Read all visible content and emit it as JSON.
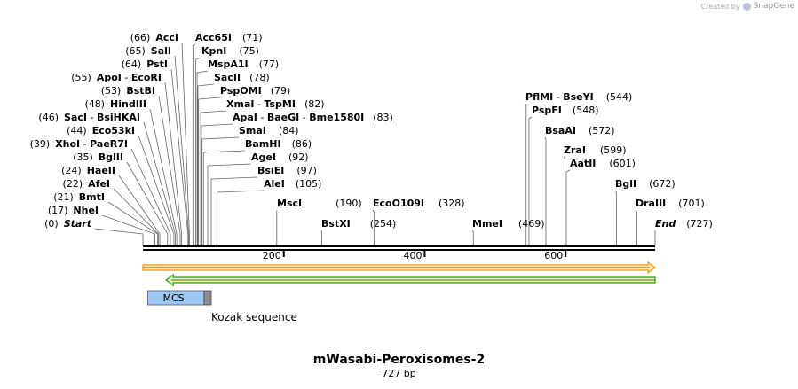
{
  "credit": {
    "prefix": "Created by",
    "brand": "SnapGene"
  },
  "map": {
    "title": "mWasabi-Peroxisomes-2",
    "length_label": "727 bp",
    "length_bp": 727,
    "ruler_ticks": [
      {
        "bp": 200,
        "label": "200"
      },
      {
        "bp": 400,
        "label": "400"
      },
      {
        "bp": 600,
        "label": "600"
      }
    ],
    "sites": [
      {
        "id": "start",
        "left": [
          {
            "t": "(0)"
          },
          {
            "t": "Start",
            "b": true,
            "i": true
          }
        ],
        "pos": 0
      },
      {
        "id": "nhei",
        "left": [
          {
            "t": "(17)"
          },
          {
            "t": "NheI",
            "b": true
          }
        ],
        "pos": 17
      },
      {
        "id": "bmti",
        "left": [
          {
            "t": "(21)"
          },
          {
            "t": "BmtI",
            "b": true
          }
        ],
        "pos": 21
      },
      {
        "id": "afei",
        "left": [
          {
            "t": "(22)"
          },
          {
            "t": "AfeI",
            "b": true
          }
        ],
        "pos": 22
      },
      {
        "id": "haeii",
        "left": [
          {
            "t": "(24)"
          },
          {
            "t": "HaeII",
            "b": true
          }
        ],
        "pos": 24
      },
      {
        "id": "bglii",
        "left": [
          {
            "t": "(35)"
          },
          {
            "t": "BglII",
            "b": true
          }
        ],
        "pos": 35
      },
      {
        "id": "xhoi",
        "left": [
          {
            "t": "(39)"
          },
          {
            "t": "XhoI",
            "b": true
          },
          {
            "t": " - "
          },
          {
            "t": "PaeR7I",
            "b": true
          }
        ],
        "pos": 39
      },
      {
        "id": "eco53ki",
        "left": [
          {
            "t": "(44)"
          },
          {
            "t": "Eco53kI",
            "b": true
          }
        ],
        "pos": 44
      },
      {
        "id": "saci",
        "left": [
          {
            "t": "(46)"
          },
          {
            "t": "SacI",
            "b": true
          },
          {
            "t": " - "
          },
          {
            "t": "BsiHKAI",
            "b": true
          }
        ],
        "pos": 46
      },
      {
        "id": "hindiii",
        "left": [
          {
            "t": "(48)"
          },
          {
            "t": "HindIII",
            "b": true
          }
        ],
        "pos": 48
      },
      {
        "id": "bstbi",
        "left": [
          {
            "t": "(53)"
          },
          {
            "t": "BstBI",
            "b": true
          }
        ],
        "pos": 53
      },
      {
        "id": "apoi",
        "left": [
          {
            "t": "(55)"
          },
          {
            "t": "ApoI",
            "b": true
          },
          {
            "t": " - "
          },
          {
            "t": "EcoRI",
            "b": true
          }
        ],
        "pos": 55
      },
      {
        "id": "psti",
        "left": [
          {
            "t": "(64)"
          },
          {
            "t": "PstI",
            "b": true
          }
        ],
        "pos": 64
      },
      {
        "id": "sali",
        "left": [
          {
            "t": "(65)"
          },
          {
            "t": "SalI",
            "b": true
          }
        ],
        "pos": 65
      },
      {
        "id": "acci",
        "left": [
          {
            "t": "(66)"
          },
          {
            "t": "AccI",
            "b": true
          }
        ],
        "pos": 66
      },
      {
        "id": "acc65i",
        "right": [
          {
            "t": "Acc65I",
            "b": true
          },
          {
            "t": "(71)"
          }
        ],
        "pos": 71
      },
      {
        "id": "kpni",
        "right": [
          {
            "t": "KpnI",
            "b": true
          },
          {
            "t": "(75)"
          }
        ],
        "pos": 75
      },
      {
        "id": "mspa1i",
        "right": [
          {
            "t": "MspA1I",
            "b": true
          },
          {
            "t": "(77)"
          }
        ],
        "pos": 77
      },
      {
        "id": "sacii",
        "right": [
          {
            "t": "SacII",
            "b": true
          },
          {
            "t": "(78)"
          }
        ],
        "pos": 78
      },
      {
        "id": "pspomi",
        "right": [
          {
            "t": "PspOMI",
            "b": true
          },
          {
            "t": "(79)"
          }
        ],
        "pos": 79
      },
      {
        "id": "xmai",
        "right": [
          {
            "t": "XmaI",
            "b": true
          },
          {
            "t": " - "
          },
          {
            "t": "TspMI",
            "b": true
          },
          {
            "t": "(82)"
          }
        ],
        "pos": 82
      },
      {
        "id": "apai",
        "right": [
          {
            "t": "ApaI",
            "b": true
          },
          {
            "t": " - "
          },
          {
            "t": "BaeGI",
            "b": true
          },
          {
            "t": " - "
          },
          {
            "t": "Bme1580I",
            "b": true
          },
          {
            "t": "(83)"
          }
        ],
        "pos": 83
      },
      {
        "id": "smai",
        "right": [
          {
            "t": "SmaI",
            "b": true
          },
          {
            "t": "(84)"
          }
        ],
        "pos": 84
      },
      {
        "id": "bamhi",
        "right": [
          {
            "t": "BamHI",
            "b": true
          },
          {
            "t": "(86)"
          }
        ],
        "pos": 86
      },
      {
        "id": "agei",
        "right": [
          {
            "t": "AgeI",
            "b": true
          },
          {
            "t": "(92)"
          }
        ],
        "pos": 92
      },
      {
        "id": "bsiei",
        "right": [
          {
            "t": "BsiEI",
            "b": true
          },
          {
            "t": "(97)"
          }
        ],
        "pos": 97
      },
      {
        "id": "alei",
        "right": [
          {
            "t": "AleI",
            "b": true
          },
          {
            "t": "(105)"
          }
        ],
        "pos": 105
      },
      {
        "id": "msci",
        "right": [
          {
            "t": "MscI",
            "b": true
          },
          {
            "t": "(190)"
          }
        ],
        "pos": 190
      },
      {
        "id": "bstxi",
        "right": [
          {
            "t": "BstXI",
            "b": true
          },
          {
            "t": "(254)"
          }
        ],
        "pos": 254
      },
      {
        "id": "ecoo109i",
        "right": [
          {
            "t": "EcoO109I",
            "b": true
          },
          {
            "t": "(328)"
          }
        ],
        "pos": 328
      },
      {
        "id": "mmei",
        "right": [
          {
            "t": "MmeI",
            "b": true
          },
          {
            "t": "(469)"
          }
        ],
        "pos": 469
      },
      {
        "id": "pflmi",
        "right": [
          {
            "t": "PflMI",
            "b": true
          },
          {
            "t": " - "
          },
          {
            "t": "BseYI",
            "b": true
          },
          {
            "t": "(544)"
          }
        ],
        "pos": 544
      },
      {
        "id": "pspfi",
        "right": [
          {
            "t": "PspFI",
            "b": true
          },
          {
            "t": "(548)"
          }
        ],
        "pos": 548
      },
      {
        "id": "bsaai",
        "right": [
          {
            "t": "BsaAI",
            "b": true
          },
          {
            "t": "(572)"
          }
        ],
        "pos": 572
      },
      {
        "id": "zrai",
        "right": [
          {
            "t": "ZraI",
            "b": true
          },
          {
            "t": "(599)"
          }
        ],
        "pos": 599
      },
      {
        "id": "aatii",
        "right": [
          {
            "t": "AatII",
            "b": true
          },
          {
            "t": "(601)"
          }
        ],
        "pos": 601
      },
      {
        "id": "bgli",
        "right": [
          {
            "t": "BglI",
            "b": true
          },
          {
            "t": "(672)"
          }
        ],
        "pos": 672
      },
      {
        "id": "draiii",
        "right": [
          {
            "t": "DraIII",
            "b": true
          },
          {
            "t": "(701)"
          }
        ],
        "pos": 701
      },
      {
        "id": "end",
        "right": [
          {
            "t": "End",
            "b": true,
            "i": true
          },
          {
            "t": "(727)"
          }
        ],
        "pos": 727
      }
    ],
    "features": [
      {
        "id": "orf-forward",
        "start": 0,
        "end": 727,
        "strand": "+",
        "color": "#f5a623",
        "fill": "#ffe7b8"
      },
      {
        "id": "orf-reverse",
        "start": 33,
        "end": 727,
        "strand": "-",
        "color": "#4caf24",
        "fill": "#d7f5c6"
      }
    ],
    "mcs": {
      "label": "MCS",
      "start": 17,
      "end": 97,
      "color": "#9ec8f2"
    },
    "kozak": {
      "label": "Kozak sequence",
      "start": 97,
      "end": 107,
      "color": "#8f8f8f"
    }
  }
}
